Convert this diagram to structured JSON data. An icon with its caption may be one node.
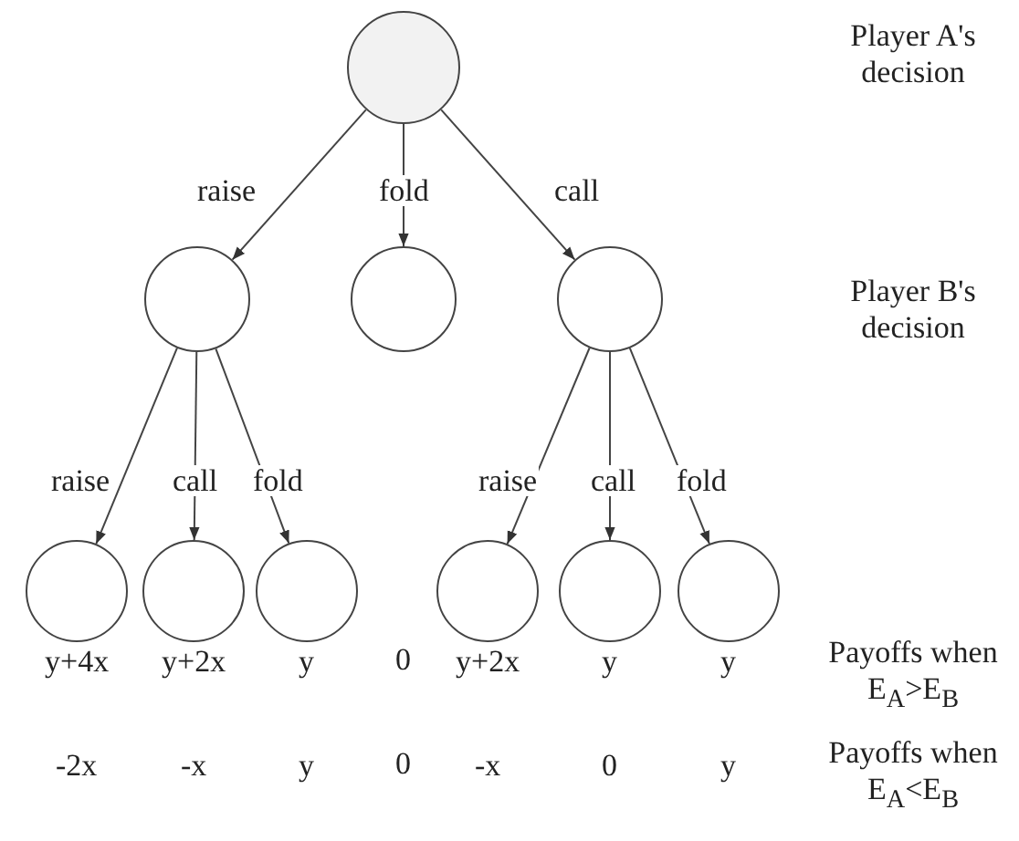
{
  "diagram": {
    "nodes": [
      {
        "text": [],
        "shape": "circle"
      },
      {
        "text": [],
        "shape": "circle"
      },
      {
        "text": [],
        "shape": "circle"
      },
      {
        "text": [],
        "shape": "circle"
      },
      {
        "text": [],
        "shape": "circle",
        "beside": [
          "y+4x",
          "-2x"
        ]
      },
      {
        "text": [],
        "shape": "circle",
        "beside": [
          "y+2x",
          "-x"
        ]
      },
      {
        "text": [],
        "shape": "circle",
        "beside": [
          "y",
          "y"
        ]
      },
      {
        "text": [],
        "shape": "circle",
        "beside": [
          "y+2x",
          "-x"
        ]
      },
      {
        "text": [],
        "shape": "circle",
        "beside": [
          "y",
          "0"
        ]
      },
      {
        "text": [],
        "shape": "circle",
        "beside": [
          "y",
          "y"
        ]
      }
    ],
    "edges": [
      {
        "from": 0,
        "to": 1,
        "arrow": "to",
        "label": "raise"
      },
      {
        "from": 0,
        "to": 2,
        "arrow": "to",
        "label": "fold"
      },
      {
        "from": 0,
        "to": 3,
        "arrow": "to",
        "label": "call"
      },
      {
        "from": 1,
        "to": 4,
        "arrow": "to",
        "label": "raise"
      },
      {
        "from": 1,
        "to": 5,
        "arrow": "to",
        "label": "call"
      },
      {
        "from": 1,
        "to": 6,
        "arrow": "to",
        "label": "fold"
      },
      {
        "from": 3,
        "to": 7,
        "arrow": "to",
        "label": "raise"
      },
      {
        "from": 3,
        "to": 8,
        "arrow": "to",
        "label": "call"
      },
      {
        "from": 3,
        "to": 9,
        "arrow": "to",
        "label": "fold"
      }
    ],
    "labels": [
      "Player A's decision",
      "Player B's decision",
      "0",
      "Payoffs when E$_{A}$>E$_{B}$",
      "0",
      "Payoffs when E$_{A}$<E$_{B}$"
    ]
  }
}
